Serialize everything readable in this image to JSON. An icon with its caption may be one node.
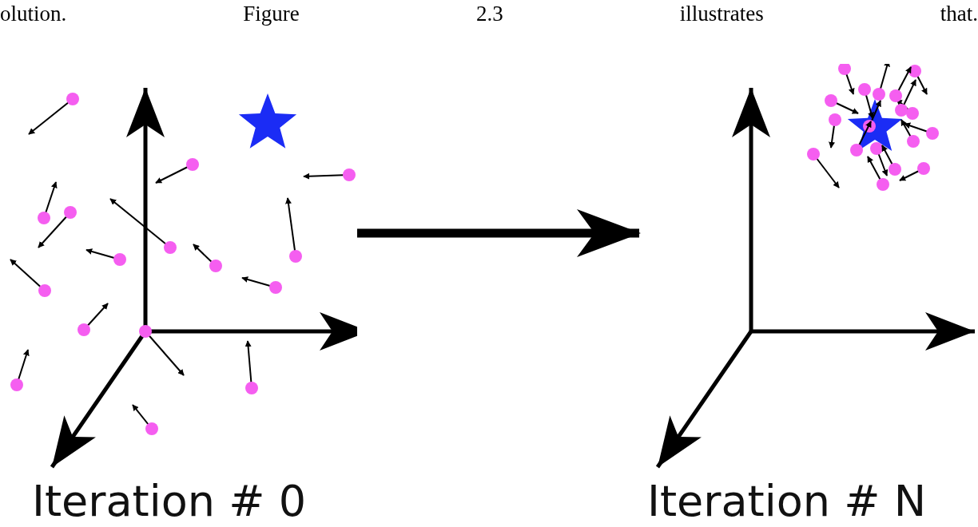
{
  "diagram": {
    "nodes": [
      {
        "text": [
          "Iteration # 0"
        ]
      },
      {
        "text": [
          "Iteration # N"
        ]
      }
    ],
    "edges": [
      {
        "from": 0,
        "to": 1,
        "arrow": "to"
      }
    ],
    "labels": [
      "olution. Figure 2.3 illustrates that."
    ]
  }
}
